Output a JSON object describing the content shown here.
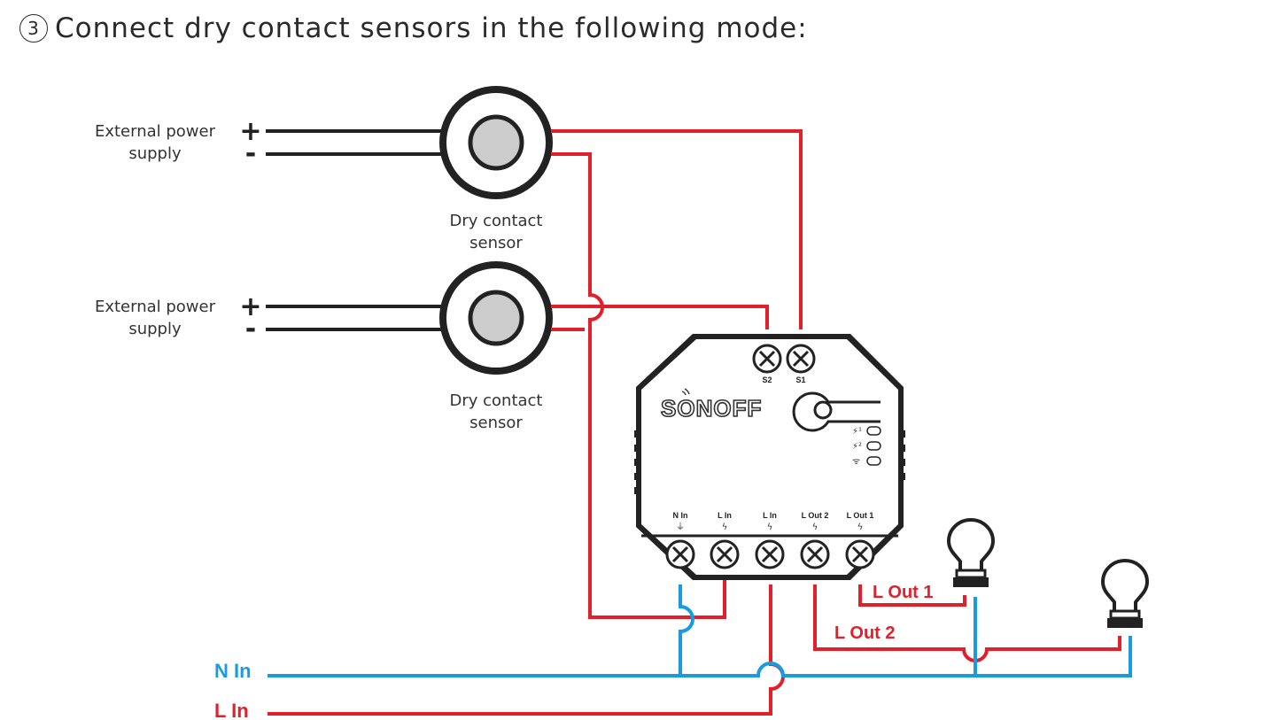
{
  "title": {
    "step_number": "3",
    "text": "Connect dry contact sensors in the following mode:"
  },
  "sensors": [
    {
      "power_label_line1": "External power",
      "power_label_line2": "supply",
      "plus": "+",
      "minus": "-",
      "sensor_label_line1": "Dry contact",
      "sensor_label_line2": "sensor"
    },
    {
      "power_label_line1": "External power",
      "power_label_line2": "supply",
      "plus": "+",
      "minus": "-",
      "sensor_label_line1": "Dry contact",
      "sensor_label_line2": "sensor"
    }
  ],
  "device": {
    "brand": "SONOFF",
    "top_terminals": [
      "S2",
      "S1"
    ],
    "bottom_terminals": [
      "N In",
      "L In",
      "L In",
      "L Out 2",
      "L Out 1"
    ],
    "indicators": [
      "relay-1",
      "relay-2",
      "wifi"
    ]
  },
  "wires": {
    "n_in_label": "N In",
    "l_in_label": "L In",
    "l_out1_label": "L Out 1",
    "l_out2_label": "L Out 2"
  },
  "colors": {
    "live": "#e0202a",
    "neutral": "#1a9be0",
    "dark": "#222222"
  }
}
